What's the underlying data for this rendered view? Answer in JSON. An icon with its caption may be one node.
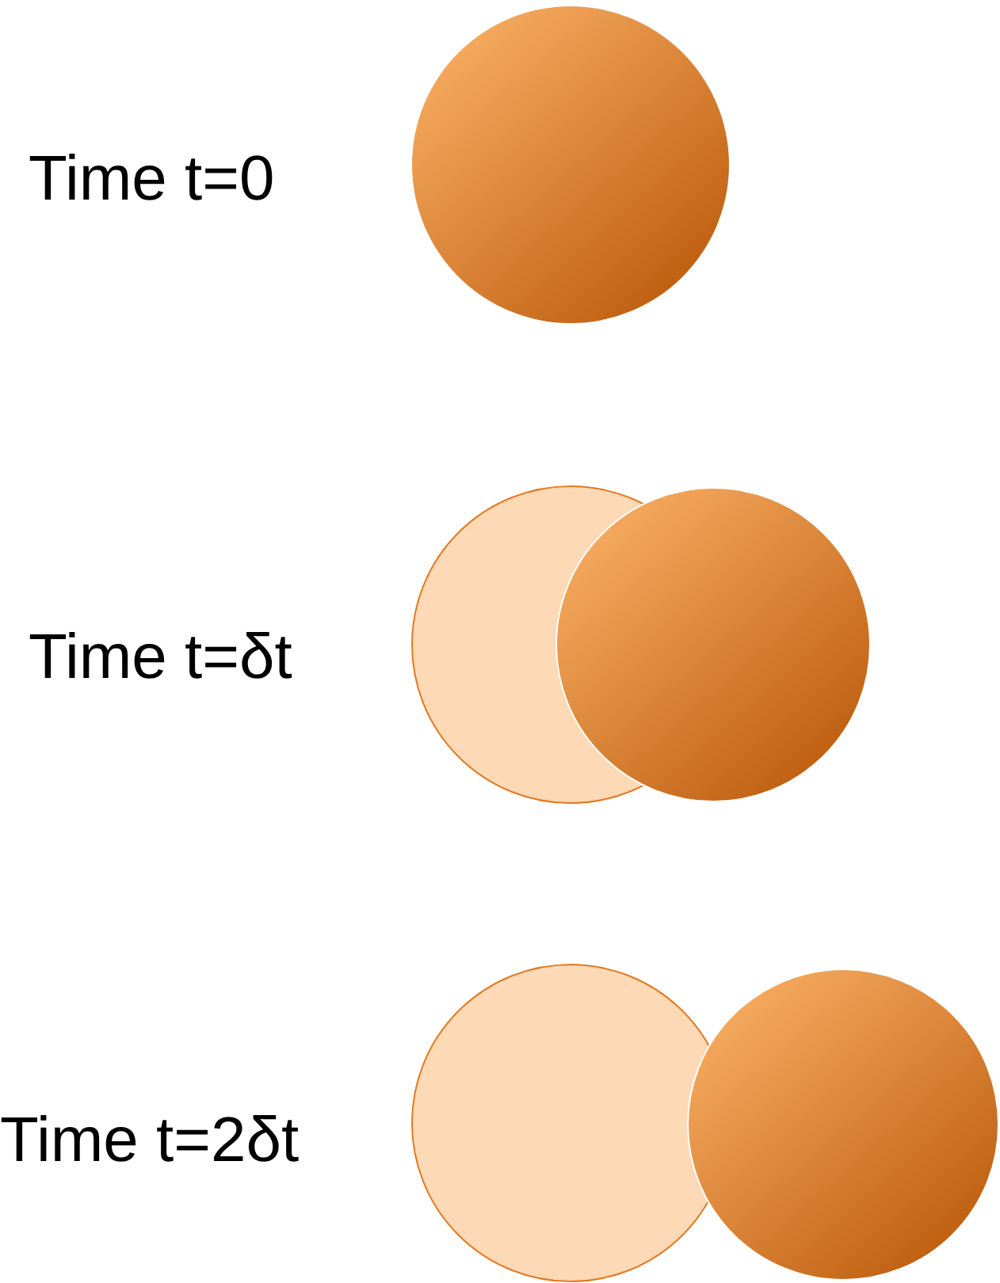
{
  "diagram": {
    "labels": [
      "Time t=0",
      "Time t=δt",
      "Time t=2δt"
    ]
  }
}
